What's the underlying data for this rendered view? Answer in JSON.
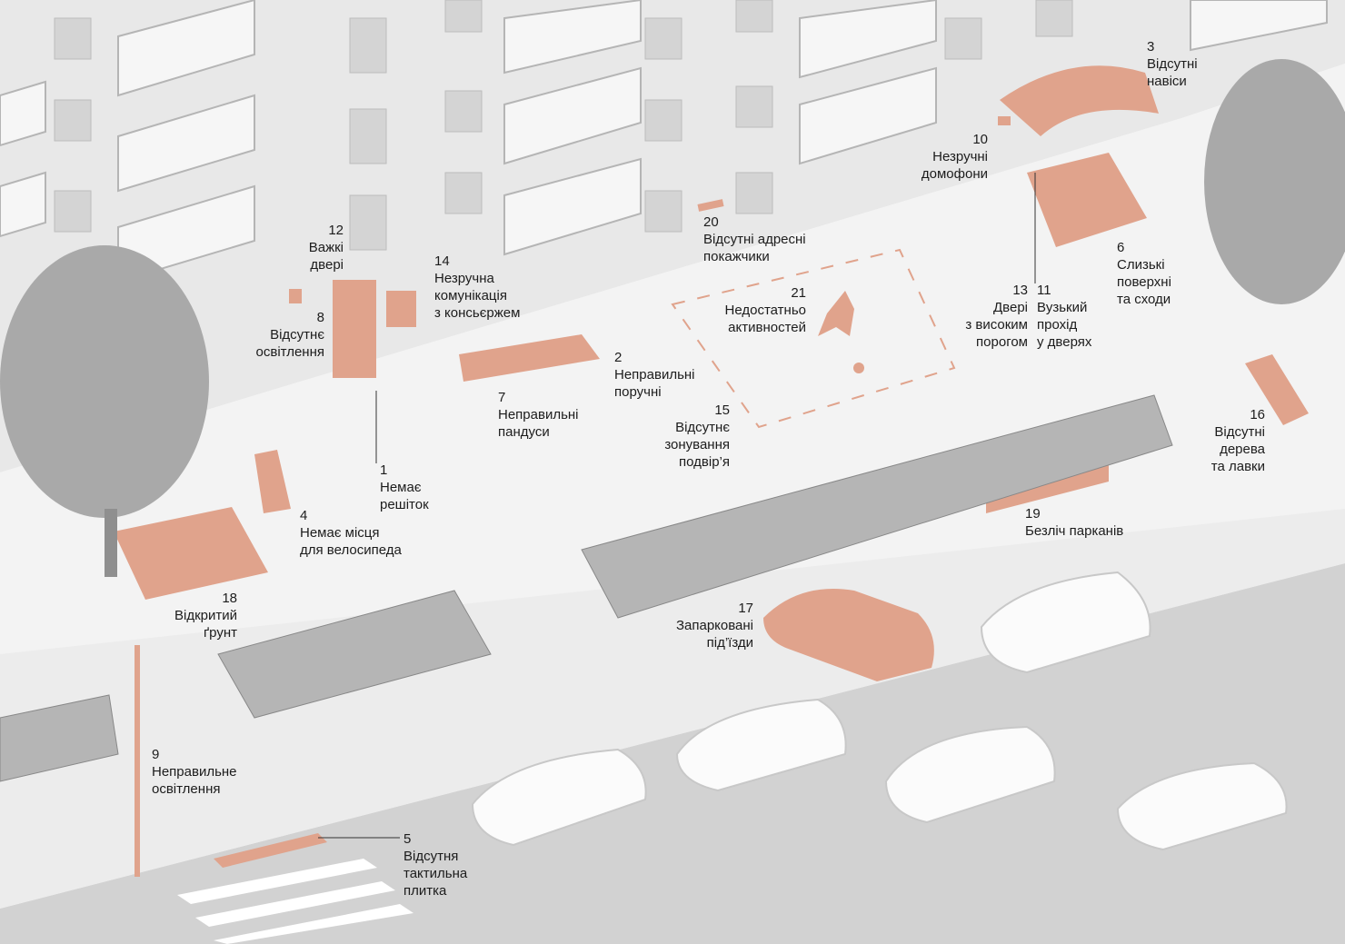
{
  "colors": {
    "highlight": "#e0a38c",
    "ground": "#f1f1f1",
    "road": "#cfcfcf",
    "building": "#e6e6e6",
    "text": "#1c1c1c"
  },
  "labels": [
    {
      "num": "1",
      "lines": [
        "Немає",
        "решіток"
      ]
    },
    {
      "num": "2",
      "lines": [
        "Неправильні",
        "поручні"
      ]
    },
    {
      "num": "3",
      "lines": [
        "Відсутні",
        "навіси"
      ]
    },
    {
      "num": "4",
      "lines": [
        "Немає місця",
        "для велосипеда"
      ]
    },
    {
      "num": "5",
      "lines": [
        "Відсутня",
        "тактильна",
        "плитка"
      ]
    },
    {
      "num": "6",
      "lines": [
        "Слизькі",
        "поверхні",
        "та сходи"
      ]
    },
    {
      "num": "7",
      "lines": [
        "Неправильні",
        "пандуси"
      ]
    },
    {
      "num": "8",
      "lines": [
        "Відсутнє",
        "освітлення"
      ]
    },
    {
      "num": "9",
      "lines": [
        "Неправильне",
        "освітлення"
      ]
    },
    {
      "num": "10",
      "lines": [
        "Незручні",
        "домофони"
      ]
    },
    {
      "num": "11",
      "lines": [
        "Вузький",
        "прохід",
        "у дверях"
      ]
    },
    {
      "num": "12",
      "lines": [
        "Важкі",
        "двері"
      ]
    },
    {
      "num": "13",
      "lines": [
        "Двері",
        "з високим",
        "порогом"
      ]
    },
    {
      "num": "14",
      "lines": [
        "Незручна",
        "комунікація",
        "з консьєржем"
      ]
    },
    {
      "num": "15",
      "lines": [
        "Відсутнє",
        "зонування",
        "подвір’я"
      ]
    },
    {
      "num": "16",
      "lines": [
        "Відсутні",
        "дерева",
        "та лавки"
      ]
    },
    {
      "num": "17",
      "lines": [
        "Запарковані",
        "під’їзди"
      ]
    },
    {
      "num": "18",
      "lines": [
        "Відкритий",
        "ґрунт"
      ]
    },
    {
      "num": "19",
      "lines": [
        "Безліч парканів"
      ]
    },
    {
      "num": "20",
      "lines": [
        "Відсутні адресні",
        "покажчики"
      ]
    },
    {
      "num": "21",
      "lines": [
        "Недостатньо",
        "активностей"
      ]
    }
  ]
}
